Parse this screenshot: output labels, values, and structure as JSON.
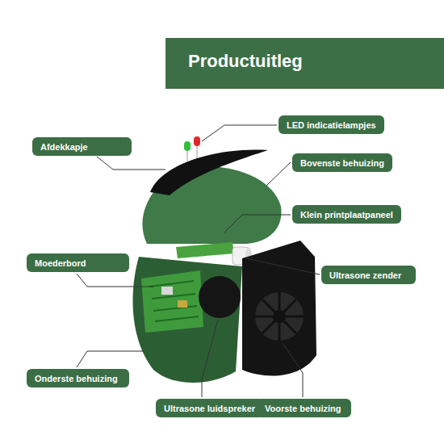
{
  "diagram": {
    "title": "Productuitleg",
    "nodes": [
      {
        "text": [
          "LED indicatielampjes"
        ]
      },
      {
        "text": [
          "Afdekkapje"
        ]
      },
      {
        "text": [
          "Bovenste behuizing"
        ]
      },
      {
        "text": [
          "Klein printplaatpaneel"
        ]
      },
      {
        "text": [
          "Moederbord"
        ]
      },
      {
        "text": [
          "Ultrasone zender"
        ]
      },
      {
        "text": [
          "Onderste behuizing"
        ]
      },
      {
        "text": [
          "Ultrasone luidspreker"
        ]
      },
      {
        "text": [
          "Voorste behuizing"
        ]
      }
    ]
  }
}
